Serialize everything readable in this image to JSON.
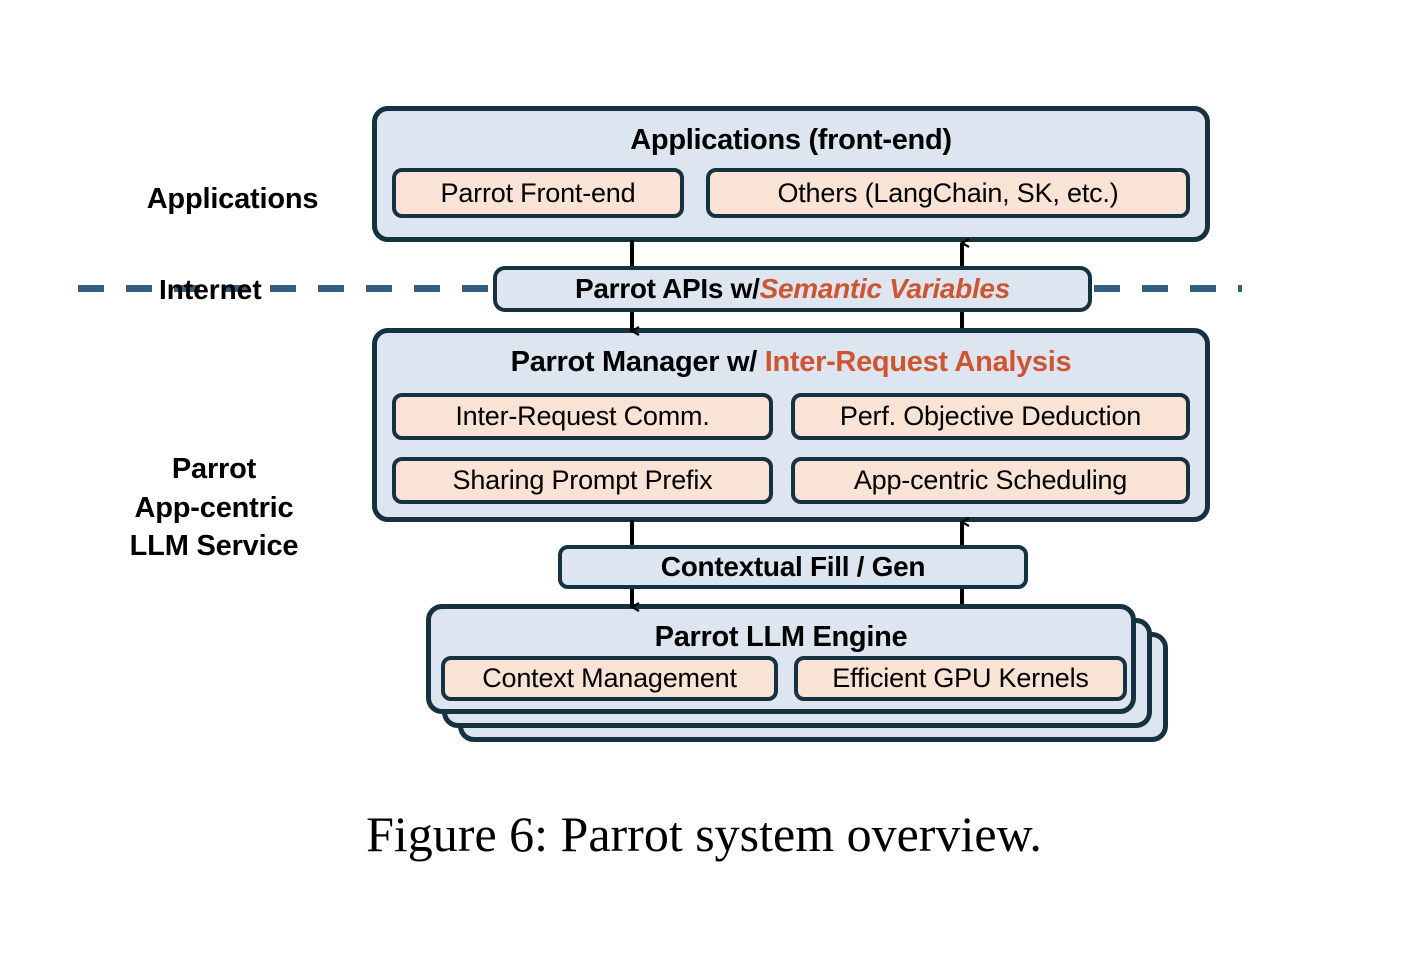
{
  "figure": {
    "caption": "Figure 6: Parrot system overview.",
    "colors": {
      "panel_fill": "#dde5f0",
      "pill_fill": "#f8e3d5",
      "border": "#16313f",
      "accent_orange": "#cf5430",
      "dash_blue": "#33607f",
      "background": "#ffffff"
    }
  },
  "side_labels": {
    "applications": "Applications",
    "parrot_service_line1": "Parrot",
    "parrot_service_line2": "App-centric",
    "parrot_service_line3": "LLM Service"
  },
  "layers": {
    "applications": {
      "title": "Applications (front-end)",
      "items": [
        {
          "label": "Parrot Front-end"
        },
        {
          "label": "Others (LangChain, SK, etc.)"
        }
      ]
    },
    "internet": {
      "label": "Internet",
      "api_bar": {
        "prefix": "Parrot APIs w/ ",
        "accent": "Semantic Variables"
      }
    },
    "manager": {
      "title_prefix": "Parrot Manager w/ ",
      "title_accent": "Inter-Request Analysis",
      "items": [
        {
          "label": "Inter-Request Comm."
        },
        {
          "label": "Perf. Objective Deduction"
        },
        {
          "label": "Sharing Prompt Prefix"
        },
        {
          "label": "App-centric Scheduling"
        }
      ]
    },
    "contextual": {
      "label": "Contextual Fill / Gen"
    },
    "engine": {
      "title": "Parrot LLM Engine",
      "stack_count": 3,
      "items": [
        {
          "label": "Context Management"
        },
        {
          "label": "Efficient GPU Kernels"
        }
      ]
    }
  }
}
